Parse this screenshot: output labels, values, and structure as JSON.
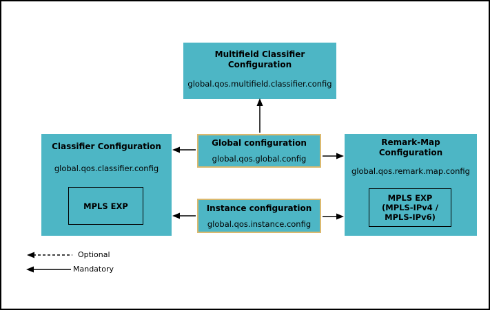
{
  "boxes": {
    "multifield": {
      "title_lines": [
        "Multifield Classifier",
        "Configuration"
      ],
      "path": "global.qos.multifield.classifier.config"
    },
    "classifier": {
      "title": "Classifier Configuration",
      "path": "global.qos.classifier.config",
      "inner": "MPLS EXP"
    },
    "global": {
      "title": "Global configuration",
      "path": "global.qos.global.config"
    },
    "instance": {
      "title": "Instance configuration",
      "path": "global.qos.instance.config"
    },
    "remark": {
      "title_lines": [
        "Remark-Map",
        "Configuration"
      ],
      "path": "global.qos.remark.map.config",
      "inner_lines": [
        "MPLS EXP",
        "(MPLS-IPv4 /",
        "MPLS-IPv6)"
      ]
    }
  },
  "legend": {
    "optional": "Optional",
    "mandatory": "Mandatory"
  },
  "colors": {
    "box_fill": "#4db6c5",
    "center_box_border": "#dbb96e",
    "line": "#000000"
  }
}
